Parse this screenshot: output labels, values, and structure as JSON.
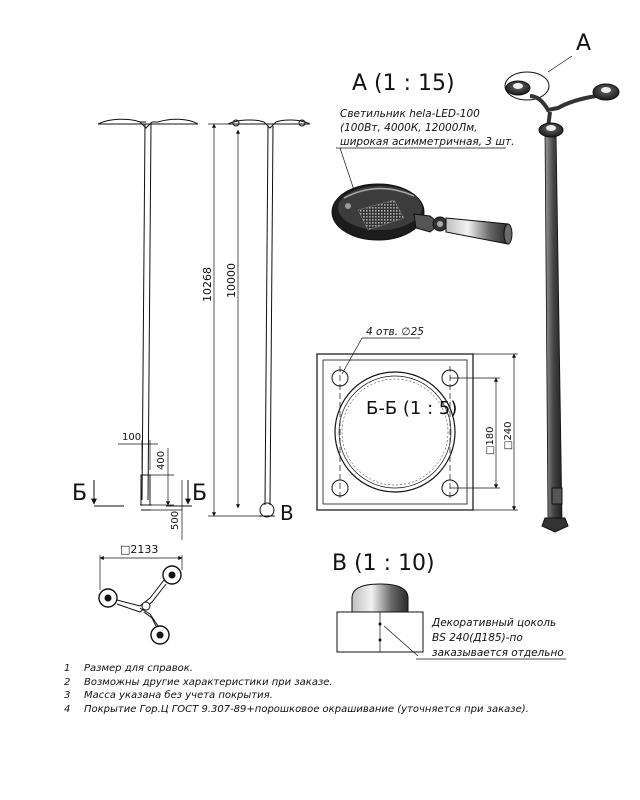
{
  "dimensions": {
    "overall_height": "10268",
    "height": "10000",
    "base_offset": "100",
    "base_height": "400",
    "socket_depth": "500",
    "span": "□2133",
    "holes": "4 отв. ∅25",
    "plate_inner": "□180",
    "plate_outer": "□240"
  },
  "section_marks": {
    "b_left": "Б",
    "b_right": "Б",
    "v_mark": "В",
    "a_mark": "А"
  },
  "views": {
    "detail_a": {
      "title": "А (1 : 15)",
      "callout": [
        "Светильник hela-LED-100",
        "(100Вт, 4000К, 12000Лм,",
        "широкая асимметричная, 3 шт."
      ]
    },
    "section_bb": {
      "title": "Б-Б (1 : 5)"
    },
    "detail_v": {
      "title": "В (1 : 10)",
      "callout": [
        "Декоративный цоколь",
        "BS 240(Д185)-по",
        "заказывается отдельно"
      ]
    }
  },
  "notes": [
    {
      "num": "1",
      "text": "Размер для справок."
    },
    {
      "num": "2",
      "text": "Возможны другие характеристики при заказе."
    },
    {
      "num": "3",
      "text": "Масса указана без учета покрытия."
    },
    {
      "num": "4",
      "text": "Покрытие Гор.Ц ГОСТ 9.307-89+порошковое окрашивание (уточняется при заказе)."
    }
  ],
  "colors": {
    "line": "#111111",
    "metal_dark": "#2b2b2b",
    "metal_light": "#d9d9d9",
    "plate_fill": "#f7f7f7"
  }
}
